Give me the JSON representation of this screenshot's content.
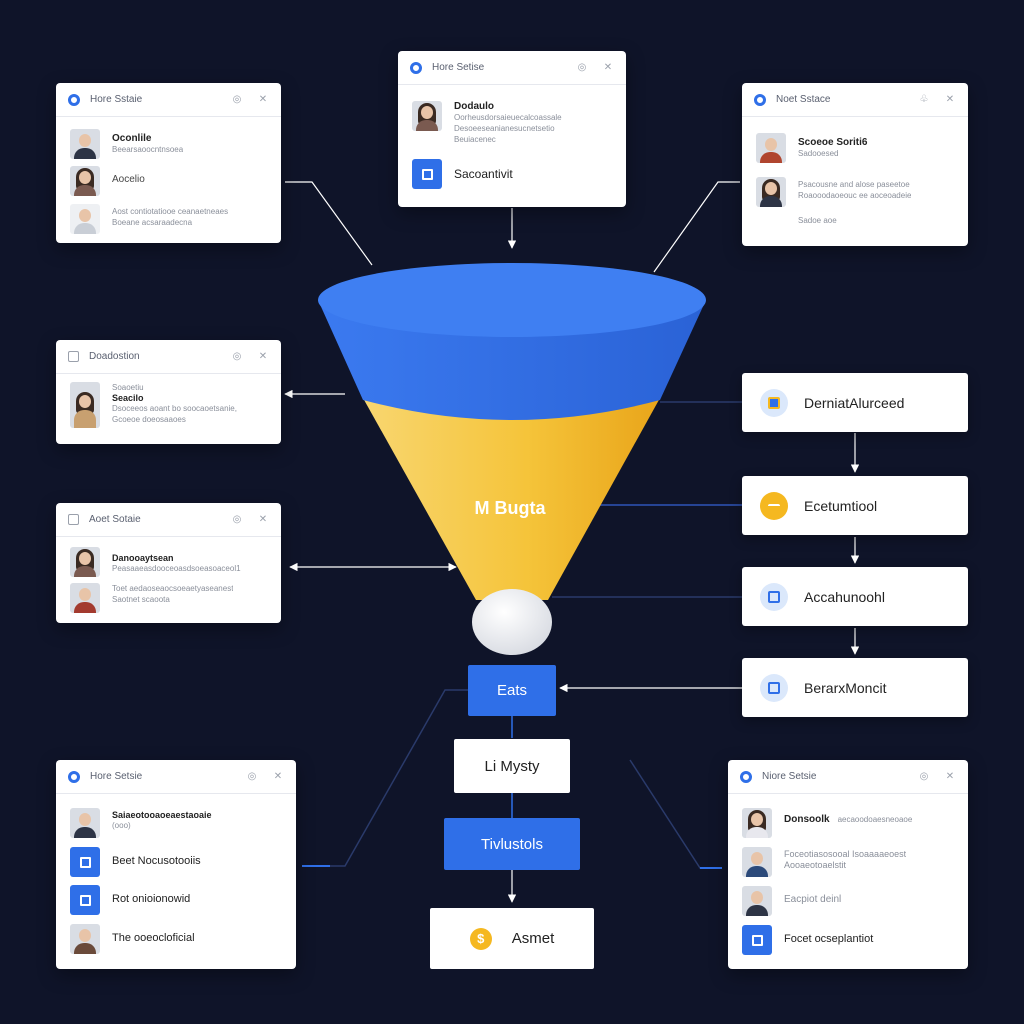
{
  "cards": {
    "top_center": {
      "title": "Hore Setise",
      "item1_name": "Dodaulo",
      "item1_sub1": "Oorheusdorsaieuecalcoassale",
      "item1_sub2": "Desoeeseanianesucnetsetio",
      "item1_sub3": "Beuiacenec",
      "item2_label": "Sacoantivit"
    },
    "top_left": {
      "title": "Hore Sstaie",
      "item1_name": "Oconlile",
      "item1_sub": "Beearsaoocntnsoea",
      "item2_name": "Aocelio",
      "item3_sub1": "Aost contiotatiooe ceanaetneaes",
      "item3_sub2": "Boeane acsaraadecna"
    },
    "top_right": {
      "title": "Noet Sstace",
      "item1_name": "Scoeoe Soriti6",
      "item1_sub": "Sadooesed",
      "item2_sub1": "Psacousne and alose paseetoe",
      "item2_sub2": "Roaooodaoeouc ee aoceoadeie",
      "item2_sub3": "Sadoe aoe"
    },
    "mid_left_1": {
      "title": "Doadostion",
      "item_name_small": "Soaoetiu",
      "item_name": "Seacilo",
      "item_sub1": "Dsoceeos aoant bo soocaoetsanie,",
      "item_sub2": "Gcoeoe doeosaaoes"
    },
    "mid_left_2": {
      "title": "Aoet Sotaie",
      "item1_name": "Danooaytsean",
      "item1_sub": "Peasaaeasdooceoasdsoeasoaceol1",
      "item2_sub1": "Toet aedaoseaocsoeaetyaseanest",
      "item2_sub2": "Saotnet scaoota"
    },
    "bottom_left": {
      "title": "Hore Setsie",
      "item1_name": "Saiaeotooaoeaestaoaie",
      "item1_sub": "(ooo)",
      "item2_label": "Beet Nocusotooiis",
      "item3_label": "Rot onioionowid",
      "item4_label": "The ooeocloficial"
    },
    "bottom_right": {
      "title": "Niore Setsie",
      "item1_name": "Donsoolk",
      "item1_sub": "aecaoodoaesneoaoe",
      "item2_sub1": "Foceotiasosooal Isoaaaaeoest",
      "item2_sub2": "Aooaeotoaelstit",
      "item3_label": "Eacpiot deinl",
      "item4_label": "Focet ocseplantiot"
    }
  },
  "funnel": {
    "label": "M Bugta",
    "top_color": "#2f6fe8",
    "bottom_color": "#f5b820"
  },
  "right_steps": [
    {
      "label": "DerniatAlurceed",
      "icon": "image-icon",
      "icon_bg": "#dbe8fb"
    },
    {
      "label": "Ecetumtiool",
      "icon": "coin-icon",
      "icon_bg": "#f5b820"
    },
    {
      "label": "Accahunoohl",
      "icon": "doc-icon",
      "icon_bg": "#dbe8fb"
    },
    {
      "label": "BerarxMoncit",
      "icon": "doc-icon",
      "icon_bg": "#dbe8fb"
    }
  ],
  "center_flow": {
    "eats": "Eats",
    "li_mysty": "Li Mysty",
    "tivlustols": "Tivlustols",
    "asmet": "Asmet",
    "coin_symbol": "$"
  }
}
